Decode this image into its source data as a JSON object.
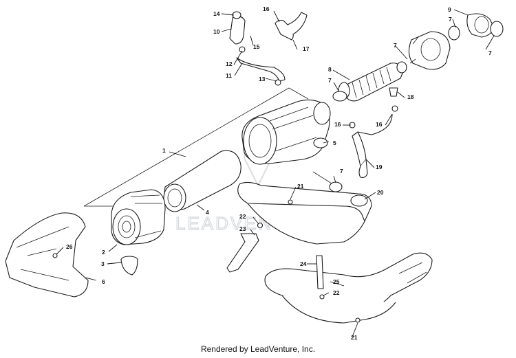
{
  "diagram": {
    "callouts": [
      "1",
      "2",
      "3",
      "4",
      "5",
      "6",
      "7",
      "8",
      "9",
      "10",
      "11",
      "12",
      "13",
      "14",
      "15",
      "16",
      "17",
      "18",
      "19",
      "20",
      "21",
      "22",
      "23",
      "24",
      "25",
      "26"
    ],
    "watermark": "LEADVENTURE",
    "footer": "Rendered by LeadVenture, Inc."
  },
  "colors": {
    "line": "#1a1a1a",
    "watermark": "#cfd3d8",
    "background": "#ffffff"
  }
}
